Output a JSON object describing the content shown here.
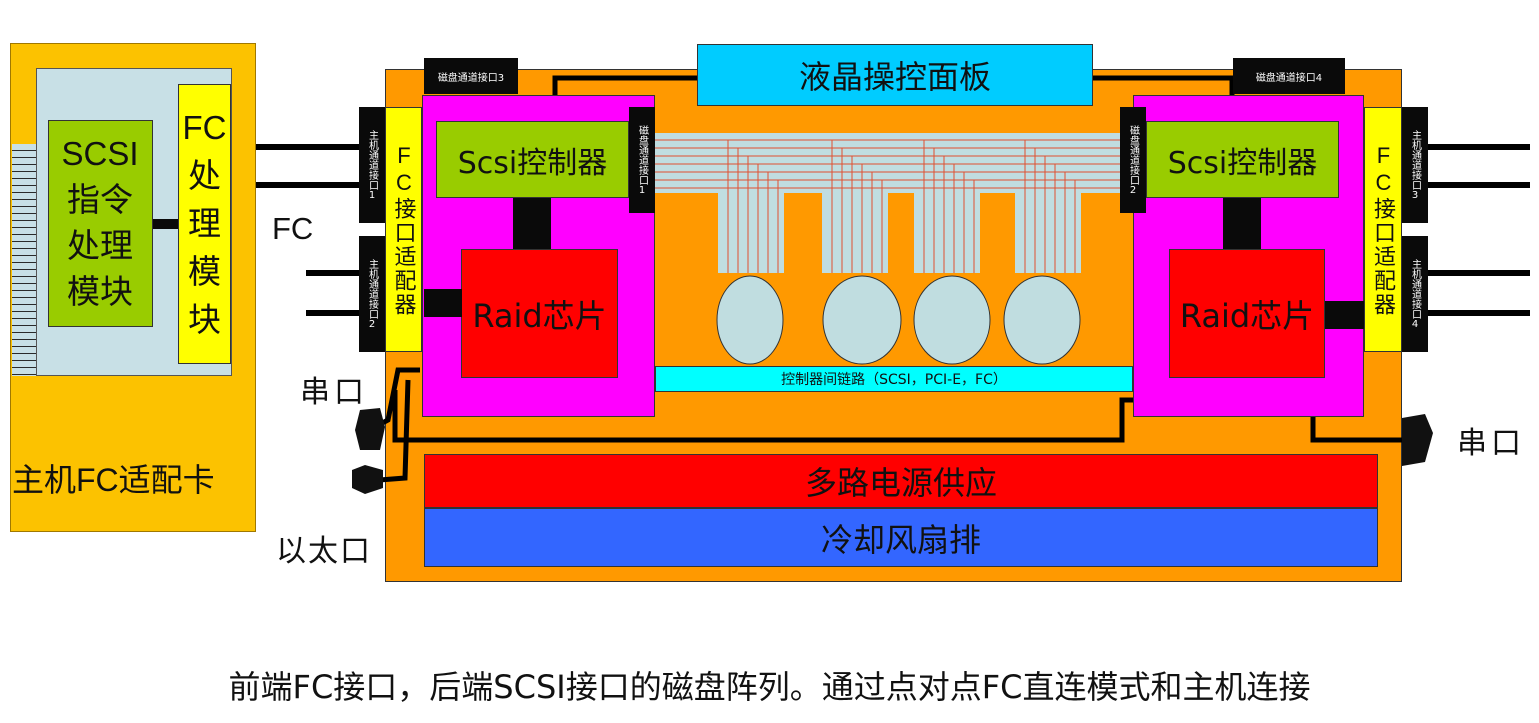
{
  "host_card": {
    "title": "主机FC适配卡",
    "scsi_module": "SCSI指令处理模块",
    "fc_module": "FC处理模块"
  },
  "labels": {
    "fc": "FC",
    "serial_left": "串口",
    "serial_right": "串口",
    "ethernet": "以太口"
  },
  "array": {
    "lcd_panel": "液晶操控面板",
    "disk_channel_03": "磁盘通道接口3",
    "disk_channel_04": "磁盘通道接口4",
    "disk_channel_01": "磁盘通道接口1",
    "disk_channel_02": "磁盘通道接口2",
    "host_channel_01": "主机通道接口1",
    "host_channel_02": "主机通道接口2",
    "host_channel_03": "主机通道接口3",
    "host_channel_04": "主机通道接口4",
    "fc_adapter_left": "FC接口适配器",
    "fc_adapter_right": "FC接口适配器",
    "scsi_controller_left": "Scsi控制器",
    "scsi_controller_right": "Scsi控制器",
    "raid_left": "Raid芯片",
    "raid_right": "Raid芯片",
    "interconnect": "控制器间链路（SCSI，PCI-E，FC）",
    "power": "多路电源供应",
    "fans": "冷却风扇排"
  },
  "caption": "前端FC接口，后端SCSI接口的磁盘阵列。通过点对点FC直连模式和主机连接",
  "colors": {
    "host_card": "#fcc200",
    "array_chassis": "#ff9900",
    "controller": "#ff00ff",
    "scsi_controller": "#99cc00",
    "raid": "#ff0000",
    "fc_yellow": "#ffff00",
    "lcd": "#00ccff",
    "interconnect": "#00ffff",
    "power": "#ff0000",
    "fans": "#3366ff",
    "disk": "#c0dde0"
  }
}
